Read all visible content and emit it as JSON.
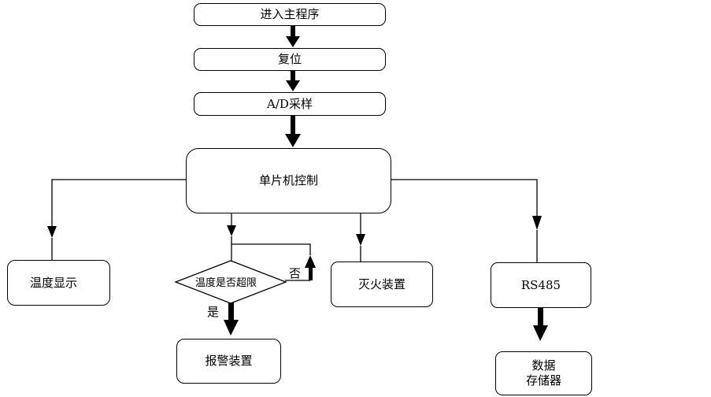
{
  "nodes": {
    "enter_main": "进入主程序",
    "reset": "复位",
    "ad_sample": "A/D采样",
    "mcu_control": "单片机控制",
    "temp_display": "温度显示",
    "temp_check": "温度是否超限",
    "fire_extinguish": "灭火装置",
    "rs485": "RS485",
    "storage_line1": "数据",
    "storage_line2": "存储器",
    "alarm": "报警装置"
  },
  "edge_labels": {
    "no": "否",
    "yes": "是"
  }
}
